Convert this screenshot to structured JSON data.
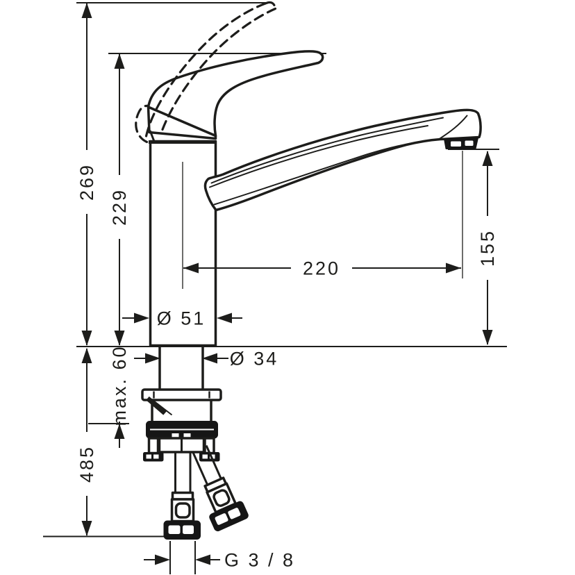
{
  "drawing": {
    "colors": {
      "line": "#1d1d1b",
      "background": "#ffffff"
    },
    "labels": {
      "total_height": "269",
      "handle_top_height": "229",
      "spout_reach": "220",
      "outlet_height": "155",
      "base_diameter": "Ø 51",
      "shank_diameter": "Ø 34",
      "max_deck_thickness": "max. 60",
      "below_counter_length": "485",
      "connection_thread": "G 3 / 8"
    }
  }
}
